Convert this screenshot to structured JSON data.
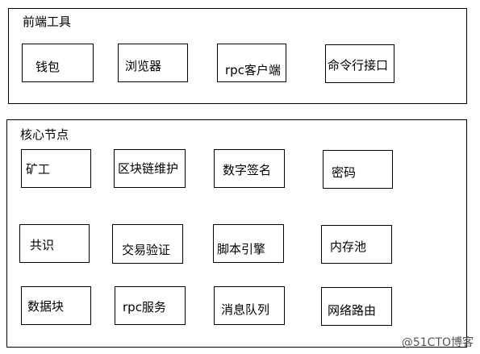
{
  "groups": {
    "frontend": {
      "title": "前端工具",
      "nodes": [
        "钱包",
        "浏览器",
        "rpc客户端",
        "命令行接口"
      ]
    },
    "core": {
      "title": "核心节点",
      "nodes": [
        "矿工",
        "区块链维护",
        "数字签名",
        "密码",
        "共识",
        "交易验证",
        "脚本引擎",
        "内存池",
        "数据块",
        "rpc服务",
        "消息队列",
        "网络路由"
      ]
    }
  },
  "watermark": "@51CTO博客"
}
